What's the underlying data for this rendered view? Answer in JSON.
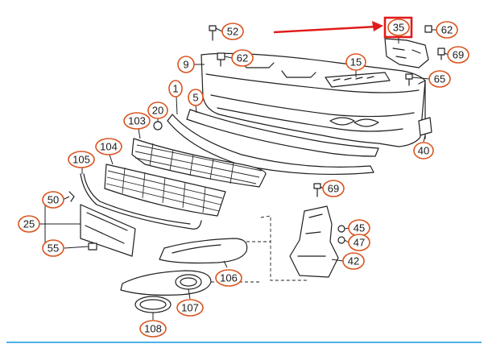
{
  "highlight_color": "#e11b1b",
  "callout_color": "#d9541e",
  "selected_part": "35",
  "callouts": {
    "c52": "52",
    "c35": "35",
    "c62a": "62",
    "c62b": "62",
    "c69a": "69",
    "c9": "9",
    "c15": "15",
    "c65": "65",
    "c1": "1",
    "c5": "5",
    "c20": "20",
    "c103": "103",
    "c104": "104",
    "c105": "105",
    "c40": "40",
    "c69b": "69",
    "c50": "50",
    "c25": "25",
    "c55": "55",
    "c45": "45",
    "c47": "47",
    "c42": "42",
    "c106": "106",
    "c107": "107",
    "c108": "108"
  }
}
